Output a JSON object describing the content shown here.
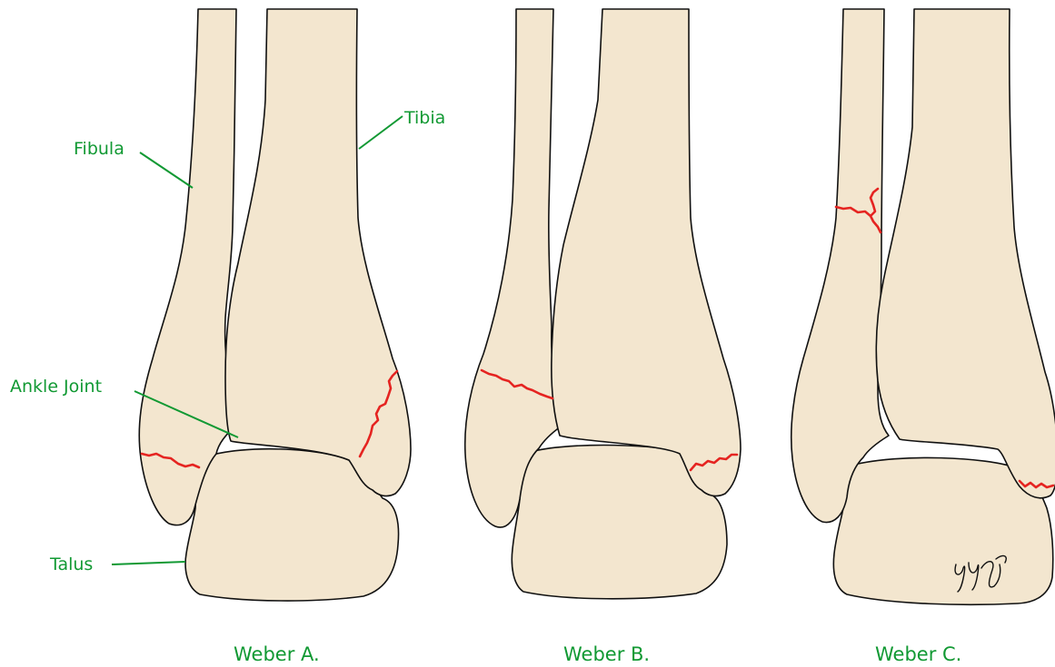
{
  "labels": {
    "fibula": "Fibula",
    "tibia": "Tibia",
    "ankle_joint": "Ankle Joint",
    "talus": "Talus"
  },
  "captions": {
    "weber_a": "Weber A.",
    "weber_b": "Weber B.",
    "weber_c": "Weber C."
  },
  "colors": {
    "bone_fill": "#f3e6cf",
    "outline": "#111111",
    "fracture_line": "#e52421",
    "label_text": "#119933"
  }
}
